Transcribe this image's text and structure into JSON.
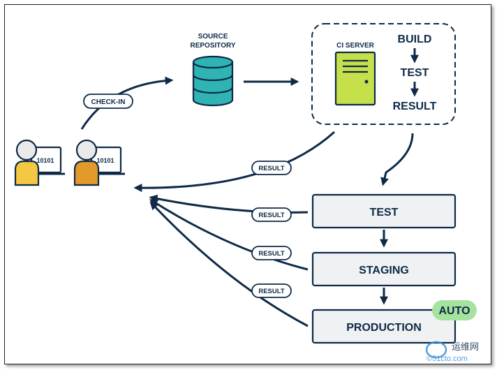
{
  "repository": {
    "label_line1": "SOURCE",
    "label_line2": "REPOSITORY"
  },
  "ci": {
    "server_label": "CI SERVER",
    "steps": [
      "BUILD",
      "TEST",
      "RESULT"
    ]
  },
  "developers": [
    {
      "screen_text": "10101"
    },
    {
      "screen_text": "10101"
    }
  ],
  "labels": {
    "check_in": "CHECK-IN",
    "result": "RESULT"
  },
  "pipeline": {
    "test": "TEST",
    "staging": "STAGING",
    "production": "PRODUCTION",
    "auto_badge": "AUTO"
  },
  "watermark": {
    "text1": "运维网",
    "text2": "©51cto.com"
  },
  "colors": {
    "navy": "#0e2a47",
    "teal": "#2fb3b3",
    "lime": "#c5e04a",
    "badge_green": "#a6e2a0",
    "box_fill": "#f0f1f2",
    "person_yellow": "#f5c842",
    "person_orange": "#e39a2a"
  }
}
